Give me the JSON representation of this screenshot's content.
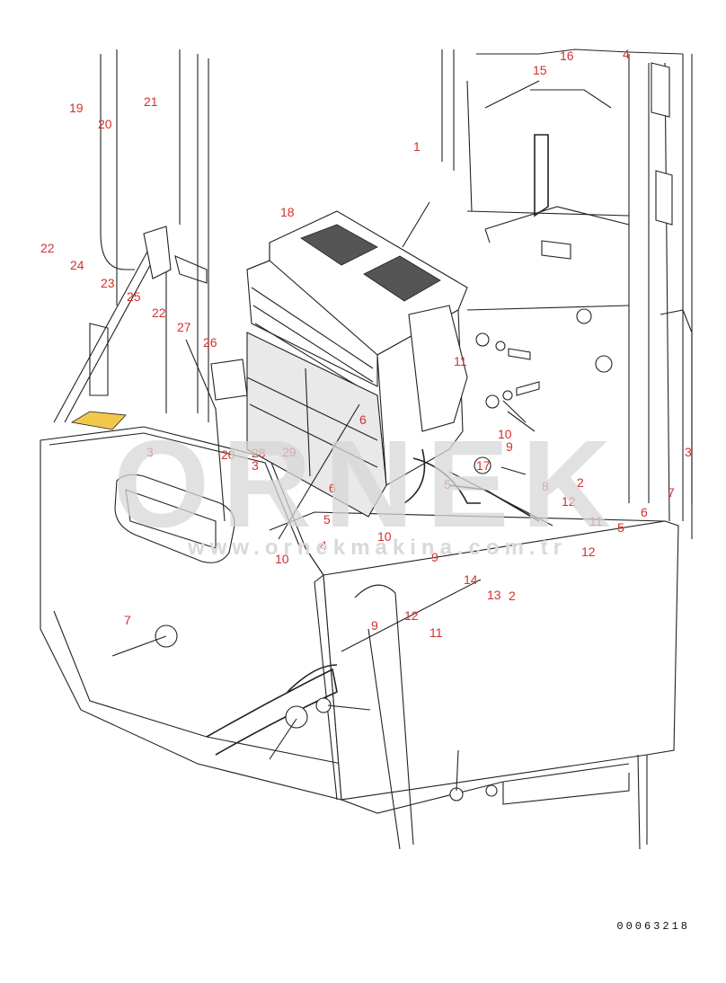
{
  "watermark": {
    "brand": "ORNEK",
    "url": "www.ornekmakina.com.tr"
  },
  "figure_number": "00063218",
  "callouts": [
    {
      "id": "c1",
      "text": "1"
    },
    {
      "id": "c2",
      "text": "2"
    },
    {
      "id": "c2b",
      "text": "2"
    },
    {
      "id": "c3",
      "text": "3"
    },
    {
      "id": "c3b",
      "text": "3"
    },
    {
      "id": "c3c",
      "text": "3"
    },
    {
      "id": "c4",
      "text": "4"
    },
    {
      "id": "c4b",
      "text": "4"
    },
    {
      "id": "c5",
      "text": "5"
    },
    {
      "id": "c5b",
      "text": "5"
    },
    {
      "id": "c5c",
      "text": "5"
    },
    {
      "id": "c6",
      "text": "6"
    },
    {
      "id": "c6b",
      "text": "6"
    },
    {
      "id": "c6c",
      "text": "6"
    },
    {
      "id": "c7",
      "text": "7"
    },
    {
      "id": "c7b",
      "text": "7"
    },
    {
      "id": "c8",
      "text": "8"
    },
    {
      "id": "c9",
      "text": "9"
    },
    {
      "id": "c9b",
      "text": "9"
    },
    {
      "id": "c9c",
      "text": "9"
    },
    {
      "id": "c10",
      "text": "10"
    },
    {
      "id": "c10b",
      "text": "10"
    },
    {
      "id": "c10c",
      "text": "10"
    },
    {
      "id": "c11",
      "text": "11"
    },
    {
      "id": "c11b",
      "text": "11"
    },
    {
      "id": "c11c",
      "text": "11"
    },
    {
      "id": "c12",
      "text": "12"
    },
    {
      "id": "c12b",
      "text": "12"
    },
    {
      "id": "c12c",
      "text": "12"
    },
    {
      "id": "c13",
      "text": "13"
    },
    {
      "id": "c14",
      "text": "14"
    },
    {
      "id": "c15",
      "text": "15"
    },
    {
      "id": "c16",
      "text": "16"
    },
    {
      "id": "c17",
      "text": "17"
    },
    {
      "id": "c18",
      "text": "18"
    },
    {
      "id": "c19",
      "text": "19"
    },
    {
      "id": "c20",
      "text": "20"
    },
    {
      "id": "c20b",
      "text": "20"
    },
    {
      "id": "c21",
      "text": "21"
    },
    {
      "id": "c22",
      "text": "22"
    },
    {
      "id": "c22b",
      "text": "22"
    },
    {
      "id": "c23",
      "text": "23"
    },
    {
      "id": "c24",
      "text": "24"
    },
    {
      "id": "c25",
      "text": "25"
    },
    {
      "id": "c26",
      "text": "26"
    },
    {
      "id": "c27",
      "text": "27"
    },
    {
      "id": "c28",
      "text": "28"
    },
    {
      "id": "c29",
      "text": "29"
    }
  ],
  "colors": {
    "callout": "#d4302a",
    "line": "#222222",
    "watermark": "#d7d7d7",
    "highlight": "#f2c84b"
  }
}
